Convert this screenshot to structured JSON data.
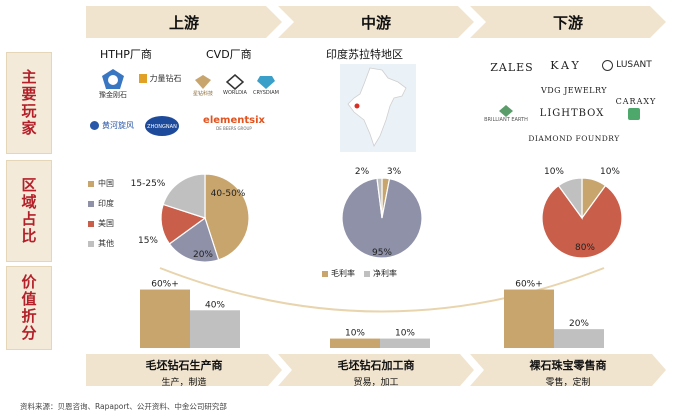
{
  "stages": {
    "upstream": "上游",
    "midstream": "中游",
    "downstream": "下游"
  },
  "sidebar": {
    "players": "主要玩家",
    "regions": "区域占比",
    "value": "价值折分"
  },
  "upstream": {
    "hthp_label": "HTHP厂商",
    "cvd_label": "CVD厂商",
    "logos": {
      "huanghe": "豫金刚石",
      "liliang": "力量钻石",
      "huanghe_xuanfeng": "黄河旋风",
      "zhongnan": "ZHONGNAN",
      "worldia": "WORLDIA",
      "crysdiam": "CRYSDIAM",
      "element_six": "elementsix",
      "element_six_sub": "DE BEERS GROUP",
      "xinnuo": "星钻科技"
    }
  },
  "midstream": {
    "label": "印度苏拉特地区"
  },
  "downstream": {
    "logos": {
      "zales": "ZALES",
      "kay": "KAY",
      "lusant": "LUSANT",
      "vdg": "VDG JEWELRY",
      "caraxy": "CARAXY",
      "lightbox": "LIGHTBOX",
      "brilliant_earth": "BRILLIANT EARTH",
      "diamond_foundry": "DIAMOND FOUNDRY"
    }
  },
  "legend_upstream": [
    "中国",
    "印度",
    "美国",
    "其他"
  ],
  "legend_midstream": [
    "毛利率",
    "净利率"
  ],
  "colors": {
    "china": "#c9a56e",
    "india": "#8e91a8",
    "usa": "#c95e4a",
    "other": "#c0c0c0",
    "gross": "#c9a56e",
    "net": "#c0c0c0",
    "stage_bg": "#f0e4cf",
    "sidebar_text": "#b3202a"
  },
  "chart_data": [
    {
      "type": "pie",
      "name": "upstream-region",
      "slices": [
        {
          "label": "中国",
          "value": 45,
          "text": "40-50%"
        },
        {
          "label": "印度",
          "value": 20,
          "text": "20%"
        },
        {
          "label": "美国",
          "value": 15,
          "text": "15%"
        },
        {
          "label": "其他",
          "value": 20,
          "text": "15-25%"
        }
      ]
    },
    {
      "type": "pie",
      "name": "midstream-region",
      "slices": [
        {
          "label": "中国",
          "value": 3,
          "text": "3%"
        },
        {
          "label": "印度",
          "value": 95,
          "text": "95%"
        },
        {
          "label": "其他",
          "value": 2,
          "text": "2%"
        }
      ]
    },
    {
      "type": "pie",
      "name": "downstream-region",
      "slices": [
        {
          "label": "中国",
          "value": 10,
          "text": "10%"
        },
        {
          "label": "美国",
          "value": 80,
          "text": "80%"
        },
        {
          "label": "其他",
          "value": 10,
          "text": "10%"
        }
      ]
    },
    {
      "type": "bar",
      "name": "value-split",
      "categories": [
        "上游",
        "中游",
        "下游"
      ],
      "series": [
        {
          "name": "毛利率",
          "values": [
            62,
            10,
            62
          ],
          "labels": [
            "60%+",
            "10%",
            "60%+"
          ]
        },
        {
          "name": "净利率",
          "values": [
            40,
            10,
            20
          ],
          "labels": [
            "40%",
            "10%",
            "20%"
          ]
        }
      ],
      "ylim": [
        0,
        70
      ]
    }
  ],
  "bottom": {
    "upstream_title": "毛坯钻石生产商",
    "upstream_sub": "生产，制造",
    "midstream_title": "毛坯钻石加工商",
    "midstream_sub": "贸易，加工",
    "downstream_title": "裸石珠宝零售商",
    "downstream_sub": "零售，定制"
  },
  "source": "资料来源：贝恩咨询、Rapaport、公开资料、中金公司研究部"
}
